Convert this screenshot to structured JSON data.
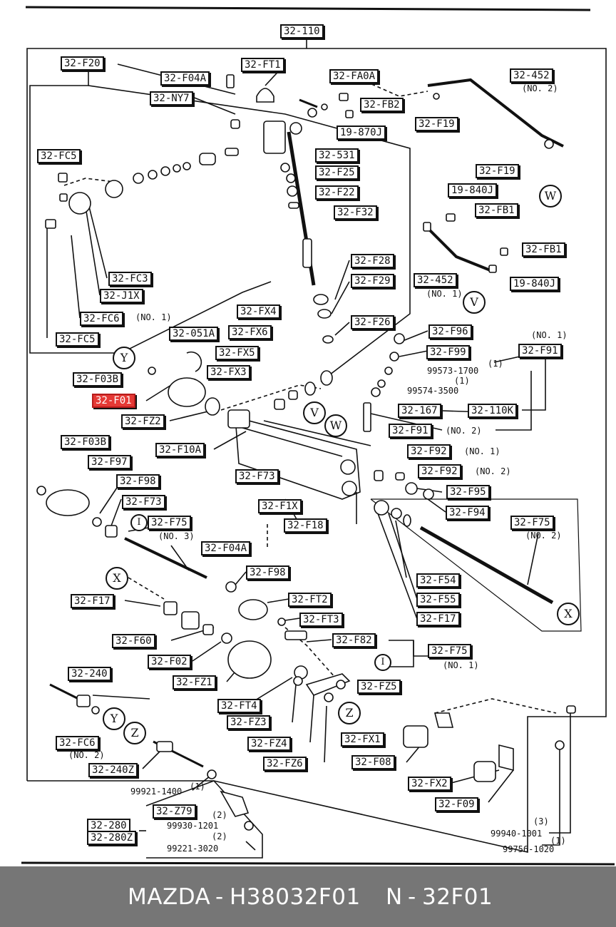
{
  "labels": {
    "main": "32-110",
    "f20": "32-F20",
    "ft1": "32-FT1",
    "f04a_top": "32-F04A",
    "fa0a": "32-FA0A",
    "ny7": "32-NY7",
    "fb2": "32-FB2",
    "s19870j": "19-870J",
    "f19_top": "32-F19",
    "p452_top": "32-452",
    "f19_mid": "32-F19",
    "fc5_top": "32-FC5",
    "s531": "32-531",
    "f25": "32-F25",
    "f22": "32-F22",
    "f32": "32-F32",
    "s19840j_a": "19-840J",
    "fb1_a": "32-FB1",
    "fb1_b": "32-FB1",
    "fc3": "32-FC3",
    "j1x": "32-J1X",
    "fc6_top": "32-FC6",
    "fc5_bot": "32-FC5",
    "f28": "32-F28",
    "f29": "32-F29",
    "p452_mid": "32-452",
    "s19840j_b": "19-840J",
    "fx4": "32-FX4",
    "f26": "32-F26",
    "fx6": "32-FX6",
    "s051a": "32-051A",
    "f96": "32-F96",
    "fx5": "32-FX5",
    "f99": "32-F99",
    "f91_r": "32-F91",
    "fx3": "32-FX3",
    "f03b_top": "32-F03B",
    "f01": "32-F01",
    "fz2": "32-FZ2",
    "s167": "32-167",
    "s110k": "32-110K",
    "f91_b": "32-F91",
    "f03b_mid": "32-F03B",
    "f10a": "32-F10A",
    "f97": "32-F97",
    "f92_a": "32-F92",
    "f92_b": "32-F92",
    "f98_a": "32-F98",
    "f73_a": "32-F73",
    "f95": "32-F95",
    "f73_b": "32-F73",
    "f1x": "32-F1X",
    "f94": "32-F94",
    "f75_3": "32-F75",
    "f18": "32-F18",
    "f75_2": "32-F75",
    "f04a_mid": "32-F04A",
    "f98_b": "32-F98",
    "f54": "32-F54",
    "f17_r": "32-F17",
    "f17_l": "32-F17",
    "ft2": "32-FT2",
    "f55": "32-F55",
    "ft3": "32-FT3",
    "f60": "32-F60",
    "f82": "32-F82",
    "f75_1": "32-F75",
    "f02": "32-F02",
    "s240": "32-240",
    "fz1": "32-FZ1",
    "fz5": "32-FZ5",
    "ft4": "32-FT4",
    "fz3": "32-FZ3",
    "fx1": "32-FX1",
    "fz4": "32-FZ4",
    "fc6_bot": "32-FC6",
    "f08": "32-F08",
    "fz6": "32-FZ6",
    "s240z": "32-240Z",
    "fx2": "32-FX2",
    "f09": "32-F09",
    "z79": "32-Z79",
    "s280": "32-280",
    "s280z": "32-280Z"
  },
  "notes": {
    "no2_a": "(NO. 2)",
    "no1_a": "(NO. 1)",
    "no1_b": "(NO. 1)",
    "no1_c": "(NO. 1)",
    "p99573": "99573-1700",
    "p99574": "99574-3500",
    "one_a": "(1)",
    "one_b": "(1)",
    "no2_b": "(NO. 2)",
    "no1_d": "(NO. 1)",
    "no2_c": "(NO. 2)",
    "no3": "(NO. 3)",
    "no2_d": "(NO. 2)",
    "no1_e": "(NO. 1)",
    "no2_e": "(NO. 2)",
    "p99921": "99921-1400",
    "one_c": "(1)",
    "two_a": "(2)",
    "p99930": "99930-1201",
    "two_b": "(2)",
    "p99221": "99221-3020",
    "three": "(3)",
    "p99940": "99940-1001",
    "one_d": "(1)",
    "p99756": "99756-1020"
  },
  "callouts": {
    "W_r": "W",
    "V_r": "V",
    "Y_l": "Y",
    "V_c": "V",
    "W_c": "W",
    "X_l": "X",
    "X_r": "X",
    "Y_b": "Y",
    "Z_b": "Z",
    "Z_r": "Z",
    "I_a": "I",
    "I_b": "I"
  },
  "footer": {
    "brand": "MAZDA",
    "sep": "-",
    "part_no": "H38032F01",
    "n_label": "N",
    "n_sep": "-",
    "n_value": "32F01"
  },
  "highlight_color": "#e53935",
  "footer_bg": "#767676"
}
